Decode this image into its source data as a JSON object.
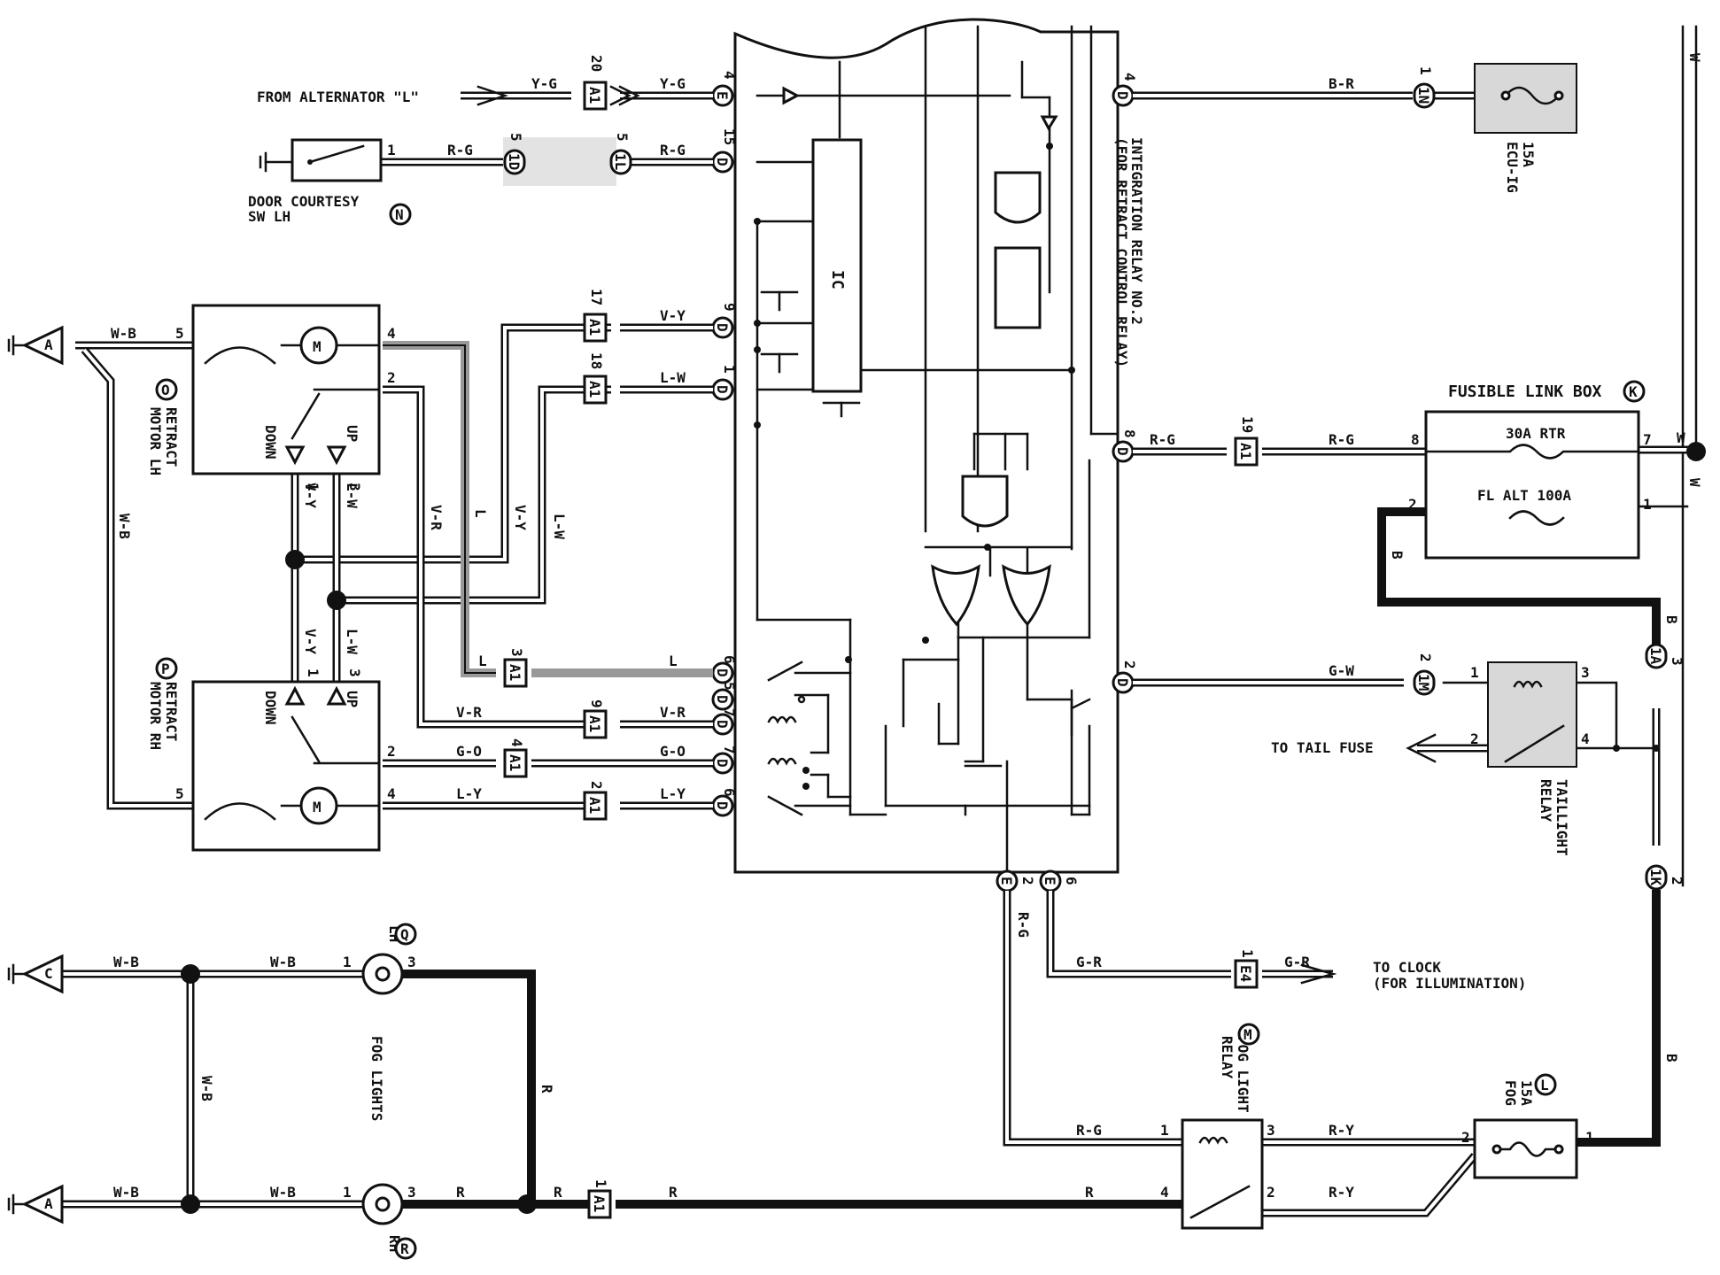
{
  "relay": {
    "name": "INTEGRATION RELAY NO.2",
    "sub": "(FOR RETRACT CONTROL RELAY)",
    "ic_label": "IC"
  },
  "components": {
    "door_sw": {
      "line1": "DOOR COURTESY",
      "line2": "SW LH",
      "ref": "N"
    },
    "retract_lh": {
      "line1": "RETRACT",
      "line2": "MOTOR LH",
      "ref": "O"
    },
    "retract_rh": {
      "line1": "RETRACT",
      "line2": "MOTOR RH",
      "ref": "P"
    },
    "fusible_link_box": {
      "title": "FUSIBLE LINK BOX",
      "ref": "K",
      "fuse1": "30A RTR",
      "fuse2": "FL ALT 100A"
    },
    "ecu_fuse": {
      "amps": "15A",
      "name": "ECU-IG"
    },
    "taillight_relay": {
      "line1": "TAILLIGHT",
      "line2": "RELAY"
    },
    "fog_relay": {
      "line1": "FOG LIGHT",
      "line2": "RELAY",
      "ref": "M"
    },
    "fog_fuse": {
      "amps": "15A",
      "name": "FOG",
      "ref": "L"
    },
    "fog_lights": {
      "title": "FOG LIGHTS",
      "lh": "LH",
      "lh_ref": "Q",
      "rh": "RH",
      "rh_ref": "R"
    },
    "motor_letter": "M",
    "up": "UP",
    "down": "DOWN"
  },
  "labels": {
    "from_alternator": "FROM ALTERNATOR \"L\"",
    "to_tail_fuse": "TO TAIL FUSE",
    "to_clock": "TO CLOCK",
    "to_clock_sub": "(FOR ILLUMINATION)"
  },
  "wire_colors": {
    "yg": "Y-G",
    "rg": "R-G",
    "br": "B-R",
    "wb": "W-B",
    "vy": "V-Y",
    "lw": "L-W",
    "l": "L",
    "vr": "V-R",
    "go": "G-O",
    "ly": "L-Y",
    "gw": "G-W",
    "gr": "G-R",
    "ry": "R-Y",
    "r": "R",
    "b": "B",
    "w": "W"
  },
  "connectors": {
    "a1": "A1",
    "e4": "E4",
    "n1": "1N",
    "d1": "1D",
    "l1": "1L",
    "m1": "1M",
    "a1k": "1A",
    "k1": "1K",
    "d": "D",
    "e": "E",
    "ground": "A",
    "ground_c": "C"
  },
  "pins": {
    "p1": "1",
    "p2": "2",
    "p3": "3",
    "p4": "4",
    "p5": "5",
    "p6": "6",
    "p7": "7",
    "p8": "8",
    "p9": "9",
    "p15": "15",
    "p17": "17",
    "p18": "18",
    "p19": "19",
    "p20": "20"
  }
}
